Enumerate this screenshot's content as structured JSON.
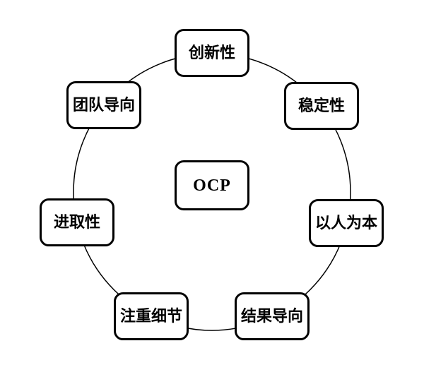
{
  "diagram": {
    "center": {
      "label": "OCP"
    },
    "ring": [
      {
        "label": "创新性",
        "position": "top"
      },
      {
        "label": "稳定性",
        "position": "top-right"
      },
      {
        "label": "以人为本",
        "position": "right"
      },
      {
        "label": "结果导向",
        "position": "bottom-right"
      },
      {
        "label": "注重细节",
        "position": "bottom-left"
      },
      {
        "label": "进取性",
        "position": "left"
      },
      {
        "label": "团队导向",
        "position": "top-left"
      }
    ],
    "colors": {
      "background": "#ffffff",
      "node_fill": "#ffffff",
      "node_border": "#000000",
      "ring_line": "#000000",
      "text": "#000000"
    }
  }
}
